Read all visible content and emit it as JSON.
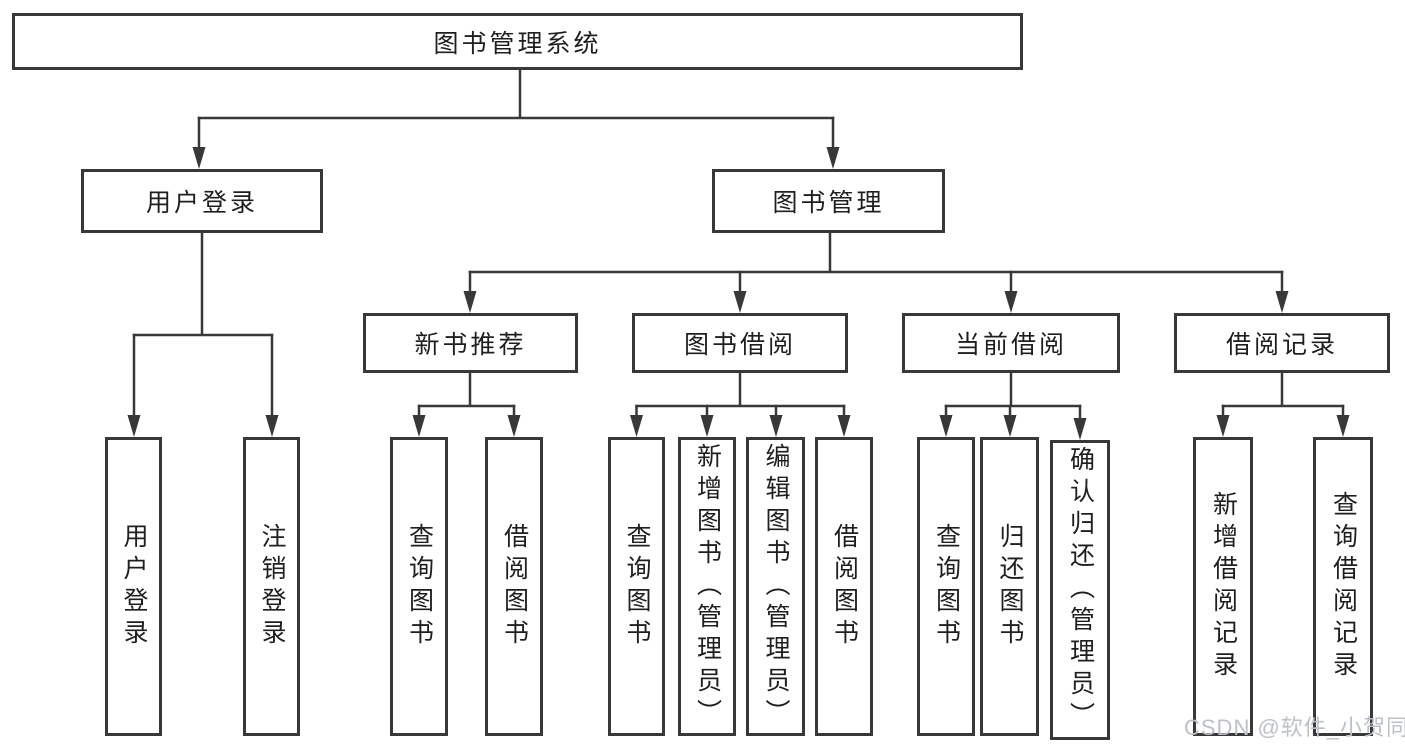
{
  "diagram_title": "图书管理系统",
  "nodes": {
    "root": "图书管理系统",
    "login": "用户登录",
    "book_mgmt": "图书管理",
    "new_book_rec": "新书推荐",
    "book_borrow": "图书借阅",
    "current_borrow": "当前借阅",
    "borrow_records": "借阅记录",
    "leaf_user_login": "用户登录",
    "leaf_logout": "注销登录",
    "leaf_query_book_a": "查询图书",
    "leaf_borrow_book_a": "借阅图书",
    "leaf_query_book_b": "查询图书",
    "leaf_add_book": "新增图书（管理员）",
    "leaf_edit_book": "编辑图书（管理员）",
    "leaf_borrow_book_b": "借阅图书",
    "leaf_query_book_c": "查询图书",
    "leaf_return_book": "归还图书",
    "leaf_confirm_return": "确认归还（管理员）",
    "leaf_add_record": "新增借阅记录",
    "leaf_query_record": "查询借阅记录"
  },
  "hierarchy": {
    "label": "图书管理系统",
    "children": [
      {
        "label": "用户登录",
        "children": [
          {
            "label": "用户登录"
          },
          {
            "label": "注销登录"
          }
        ]
      },
      {
        "label": "图书管理",
        "children": [
          {
            "label": "新书推荐",
            "children": [
              {
                "label": "查询图书"
              },
              {
                "label": "借阅图书"
              }
            ]
          },
          {
            "label": "图书借阅",
            "children": [
              {
                "label": "查询图书"
              },
              {
                "label": "新增图书（管理员）"
              },
              {
                "label": "编辑图书（管理员）"
              },
              {
                "label": "借阅图书"
              }
            ]
          },
          {
            "label": "当前借阅",
            "children": [
              {
                "label": "查询图书"
              },
              {
                "label": "归还图书"
              },
              {
                "label": "确认归还（管理员）"
              }
            ]
          },
          {
            "label": "借阅记录",
            "children": [
              {
                "label": "新增借阅记录"
              },
              {
                "label": "查询借阅记录"
              }
            ]
          }
        ]
      }
    ]
  },
  "watermark": "CSDN @软件_小贺同学",
  "colors": {
    "line": "#383838",
    "text": "#1f1f1f",
    "background": "#ffffff",
    "watermark": "#bdc1c6"
  }
}
